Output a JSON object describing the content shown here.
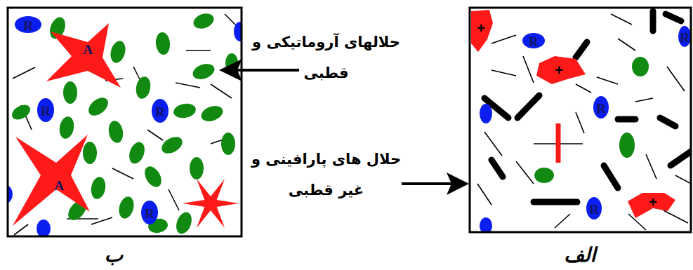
{
  "diagram": {
    "labels": [
      "حلالهای آروماتیکی و قطبی",
      "حلال های پارافینی و غیر قطبی",
      "ب",
      "الف",
      "R",
      "A",
      "R",
      "R",
      "A",
      "R",
      "+",
      "R",
      "R",
      "+",
      "R",
      "R",
      "+"
    ]
  }
}
